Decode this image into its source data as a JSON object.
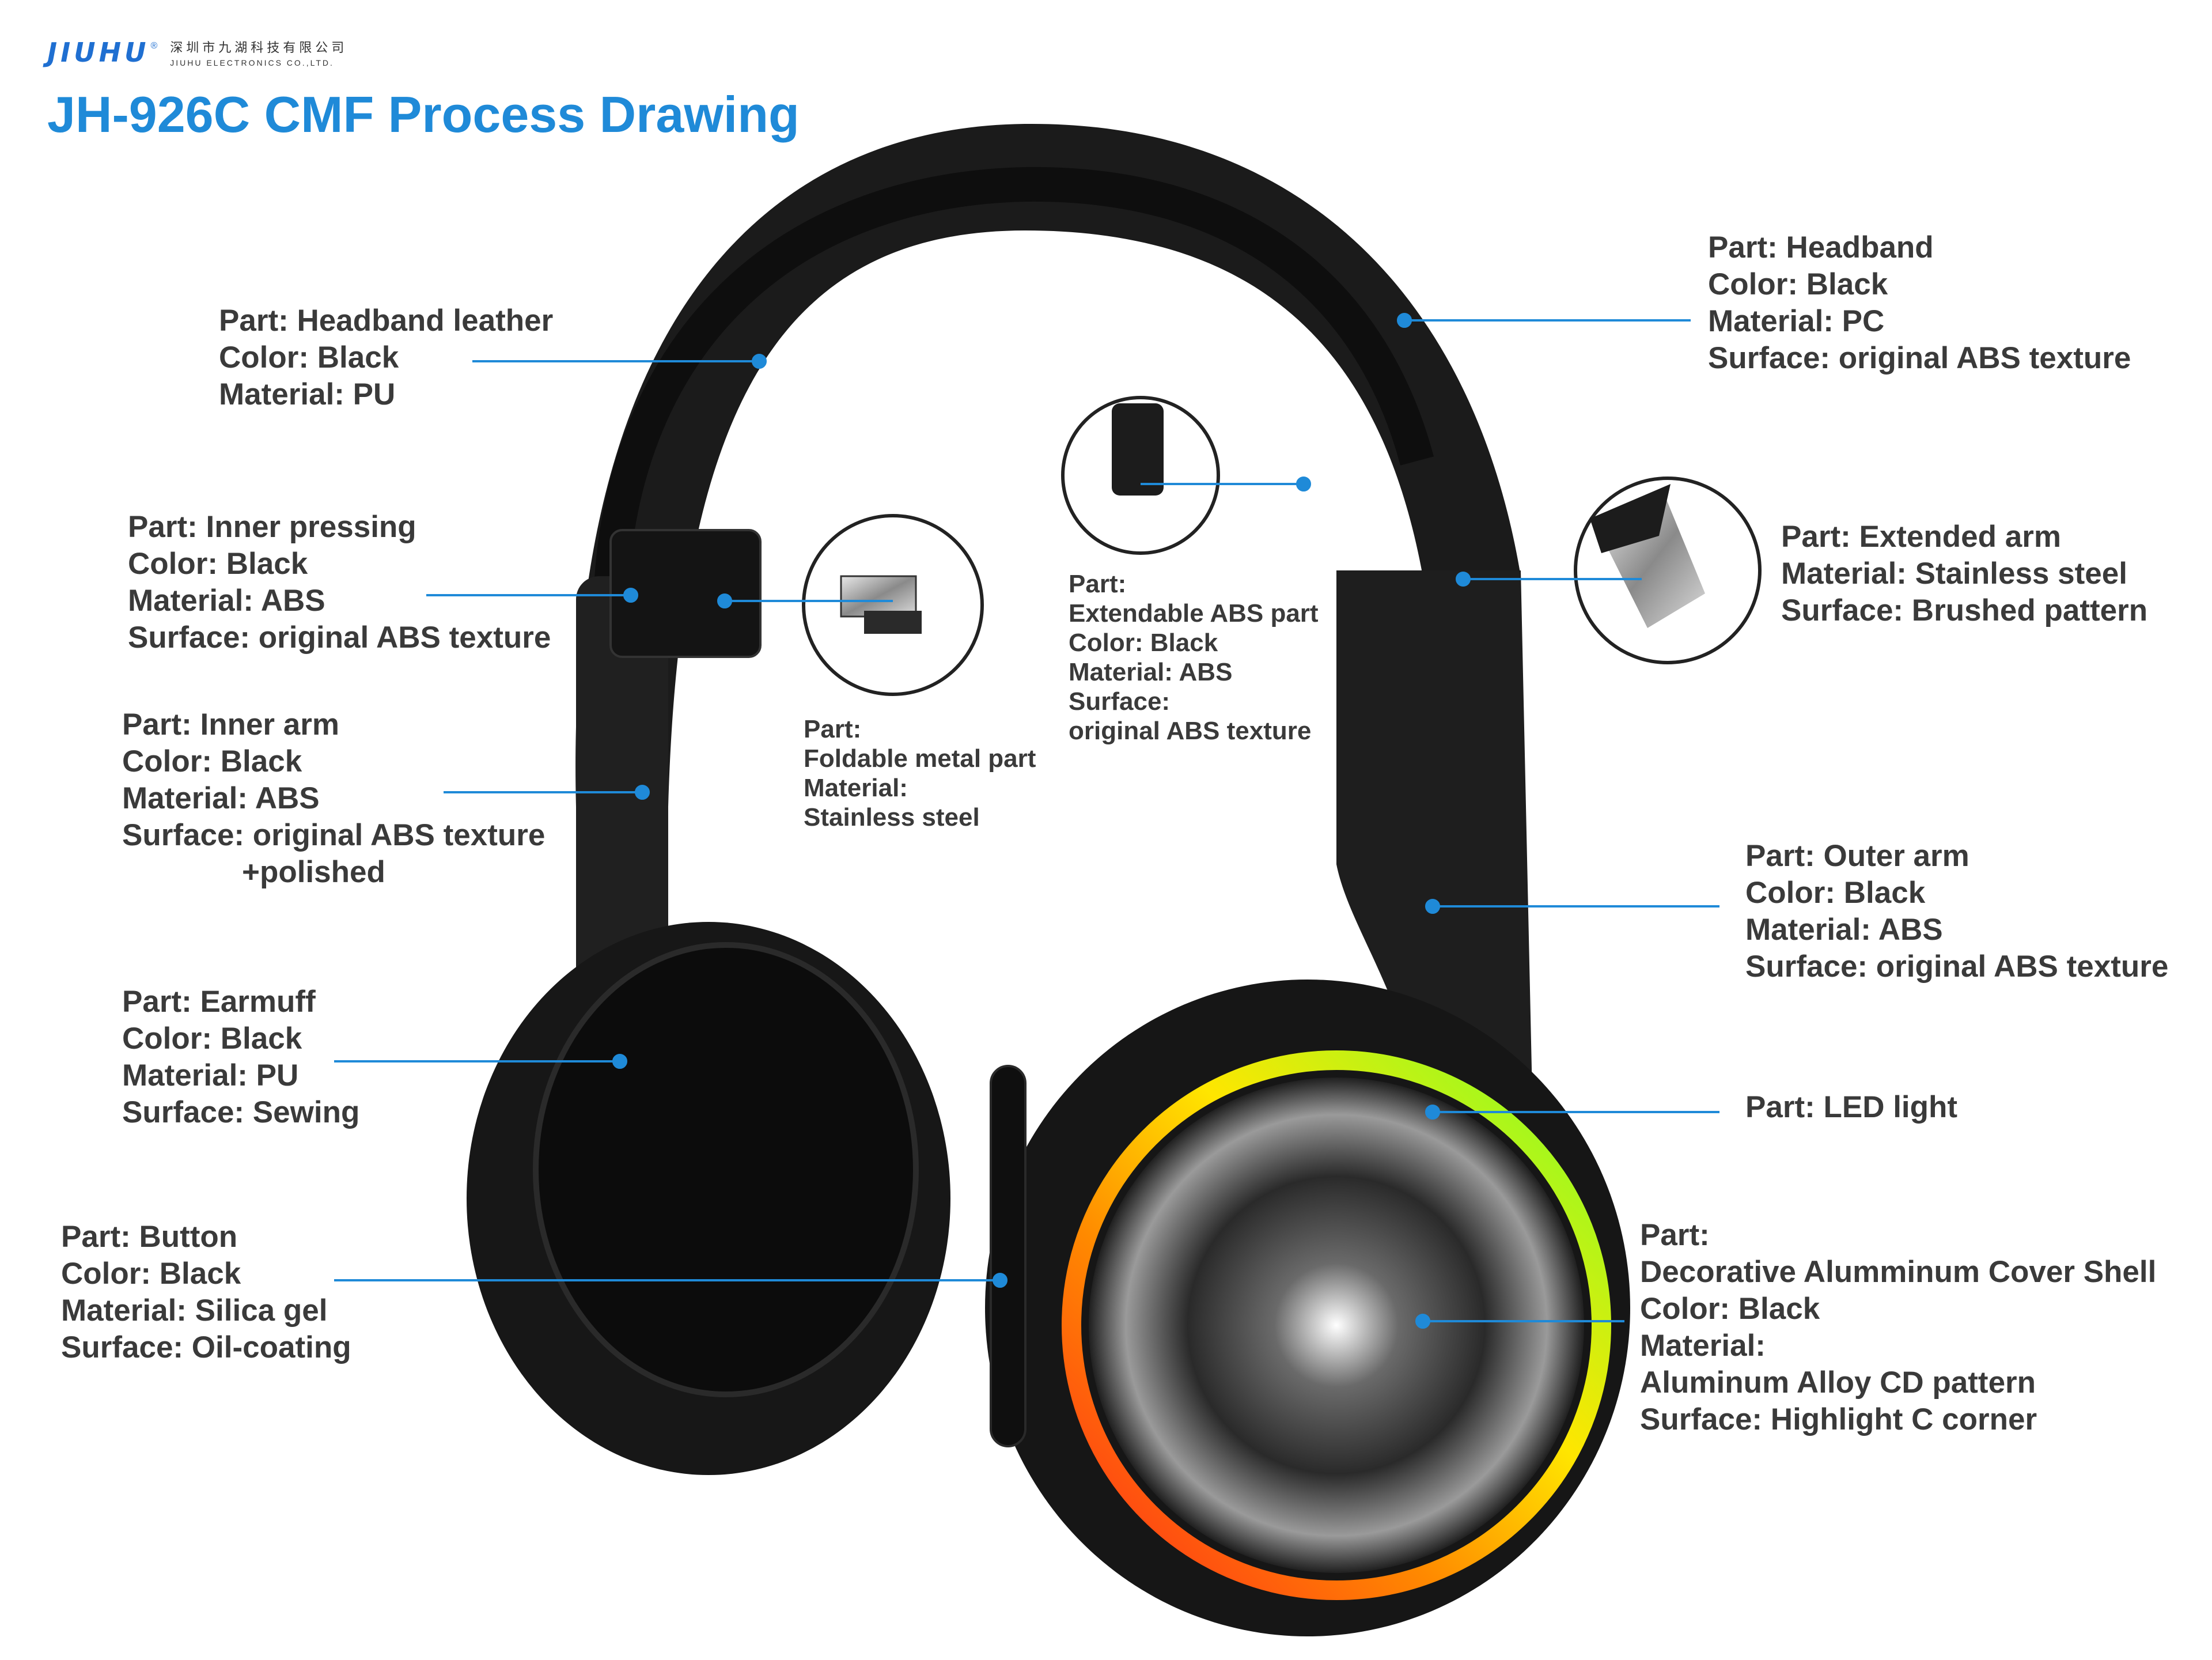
{
  "brand": {
    "logo": "JIUHU",
    "name_cn": "深圳市九湖科技有限公司",
    "name_en": "JIUHU ELECTRONICS CO.,LTD."
  },
  "title": "JH-926C CMF Process Drawing",
  "colors": {
    "title": "#1f8ad8",
    "leader": "#1f8ad8",
    "text": "#3a3a3a",
    "product": "#1a1a1a"
  },
  "annotations": {
    "headband_leather": [
      "Part: Headband leather",
      "Color: Black",
      "Material: PU"
    ],
    "inner_pressing": [
      "Part: Inner pressing",
      "Color: Black",
      "Material: ABS",
      "Surface: original ABS texture"
    ],
    "inner_arm": [
      "Part: Inner arm",
      "Color: Black",
      "Material: ABS",
      "Surface: original ABS texture",
      "+polished"
    ],
    "earmuff": [
      "Part: Earmuff",
      "Color: Black",
      "Material: PU",
      "Surface: Sewing"
    ],
    "button": [
      "Part: Button",
      "Color: Black",
      "Material: Silica gel",
      "Surface: Oil-coating"
    ],
    "foldable": [
      "Part:",
      "Foldable metal part",
      "Material:",
      "Stainless steel"
    ],
    "extendable": [
      "Part:",
      "Extendable ABS part",
      "Color: Black",
      "Material: ABS",
      "Surface:",
      "original ABS texture"
    ],
    "headband": [
      "Part: Headband",
      "Color: Black",
      "Material: PC",
      "Surface: original ABS texture"
    ],
    "extended_arm": [
      "Part: Extended arm",
      "Material: Stainless steel",
      "Surface: Brushed pattern"
    ],
    "outer_arm": [
      "Part: Outer arm",
      "Color: Black",
      "Material: ABS",
      "Surface: original ABS texture"
    ],
    "led": [
      "Part: LED light"
    ],
    "cover": [
      "Part:",
      "Decorative Alumminum Cover Shell",
      "Color: Black",
      "Material:",
      "Aluminum Alloy CD pattern",
      "Surface:  Highlight C corner"
    ]
  }
}
